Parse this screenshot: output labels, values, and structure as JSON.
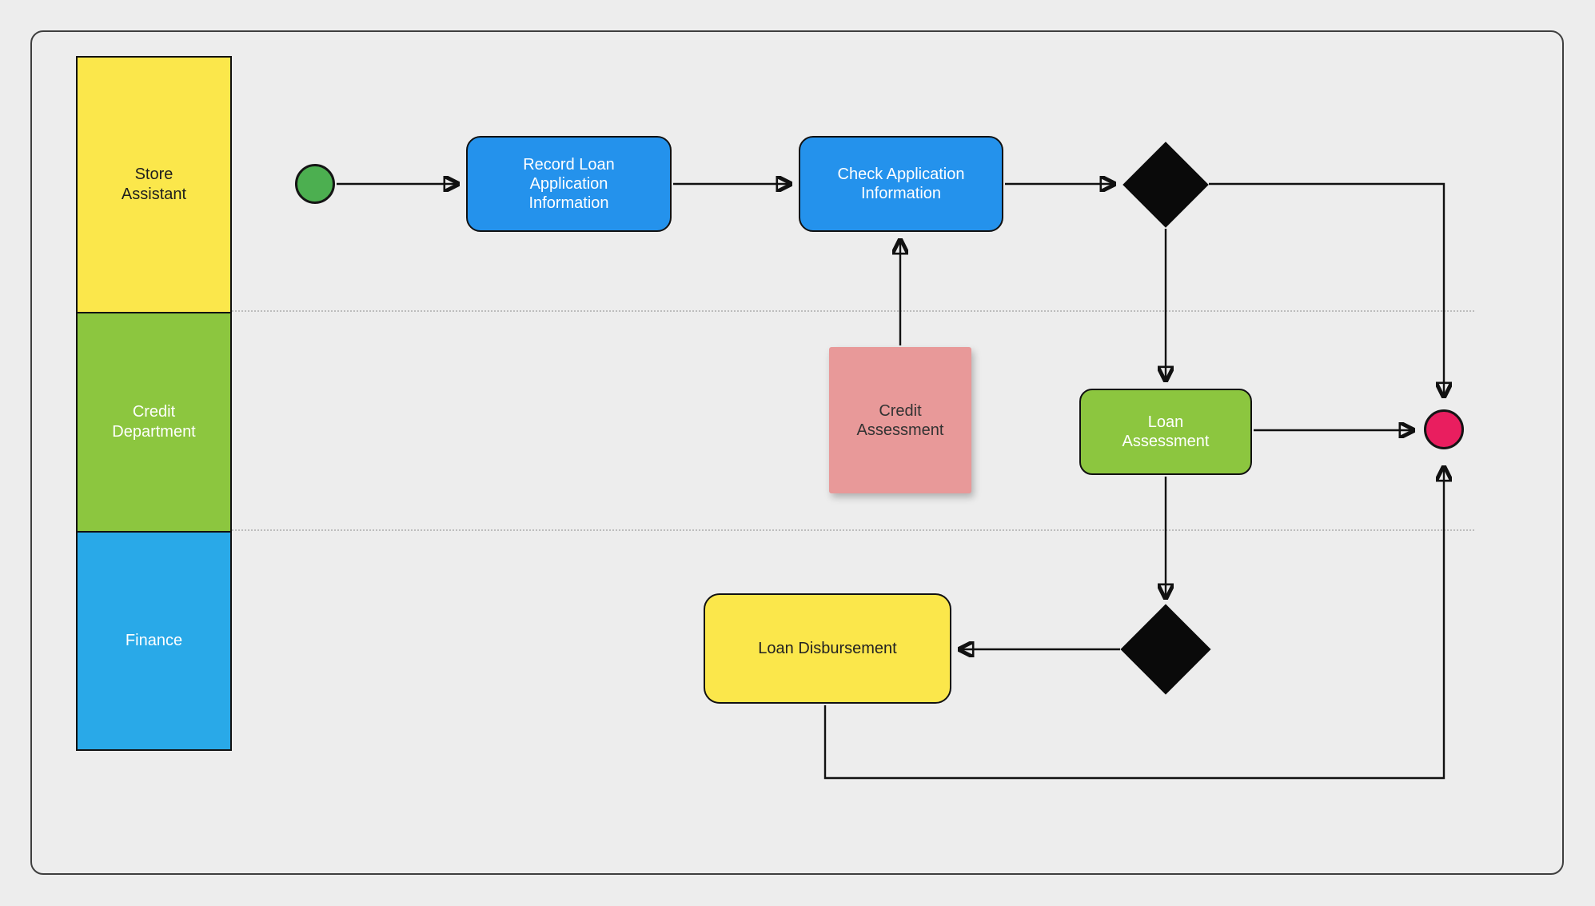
{
  "canvas": {
    "background_color": "#ededed",
    "frame_border_color": "#3f3f3f"
  },
  "lanes": [
    {
      "id": "store-assistant",
      "label": "Store\nAssistant",
      "color": "#FBE74B",
      "text_color": "#1e1e1e"
    },
    {
      "id": "credit-department",
      "label": "Credit\nDepartment",
      "color": "#8CC63F",
      "text_color": "#ffffff"
    },
    {
      "id": "finance",
      "label": "Finance",
      "color": "#29A9E8",
      "text_color": "#ffffff"
    }
  ],
  "nodes": {
    "start_event": {
      "type": "start-event",
      "color": "#4CAF50"
    },
    "record_loan": {
      "type": "task",
      "label": "Record Loan\nApplication\nInformation",
      "color": "#2492EC",
      "text_color": "#ffffff"
    },
    "check_application": {
      "type": "task",
      "label": "Check Application\nInformation",
      "color": "#2492EC",
      "text_color": "#ffffff"
    },
    "gateway_1": {
      "type": "gateway",
      "color": "#0a0a0a"
    },
    "credit_assessment": {
      "type": "note",
      "label": "Credit\nAssessment",
      "color": "#E89999",
      "text_color": "#333333"
    },
    "loan_assessment": {
      "type": "task",
      "label": "Loan\nAssessment",
      "color": "#8CC63F",
      "text_color": "#ffffff"
    },
    "gateway_2": {
      "type": "gateway",
      "color": "#0a0a0a"
    },
    "loan_disbursement": {
      "type": "task",
      "label": "Loan Disbursement",
      "color": "#FBE74B",
      "text_color": "#222222"
    },
    "end_event": {
      "type": "end-event",
      "color": "#E91E5F"
    }
  },
  "flows": [
    {
      "from": "start_event",
      "to": "record_loan"
    },
    {
      "from": "record_loan",
      "to": "check_application"
    },
    {
      "from": "check_application",
      "to": "gateway_1"
    },
    {
      "from": "gateway_1",
      "to": "end_event"
    },
    {
      "from": "gateway_1",
      "to": "loan_assessment"
    },
    {
      "from": "credit_assessment",
      "to": "check_application"
    },
    {
      "from": "loan_assessment",
      "to": "end_event"
    },
    {
      "from": "loan_assessment",
      "to": "gateway_2"
    },
    {
      "from": "gateway_2",
      "to": "loan_disbursement"
    },
    {
      "from": "loan_disbursement",
      "to": "end_event"
    }
  ]
}
